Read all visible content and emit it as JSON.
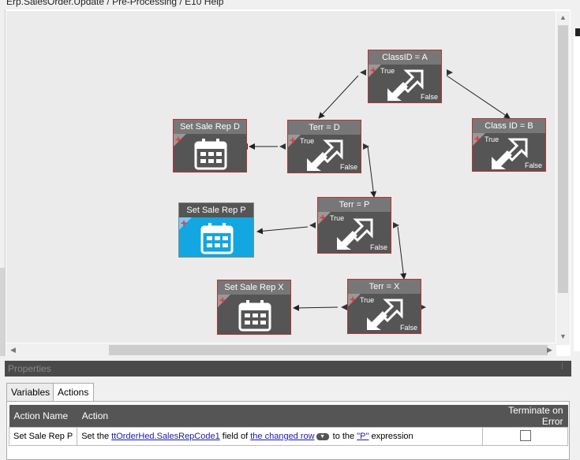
{
  "window": {
    "title": "Erp.SalesOrder.Update / Pre-Processing / E10 Help"
  },
  "workflow": {
    "nodes": [
      {
        "id": "classA",
        "title": "ClassID = A",
        "type": "condition",
        "true_label": "True",
        "false_label": "False"
      },
      {
        "id": "terrD",
        "title": "Terr = D",
        "type": "condition",
        "true_label": "True",
        "false_label": "False"
      },
      {
        "id": "classB",
        "title": "Class ID = B",
        "type": "condition",
        "true_label": "True",
        "false_label": "False"
      },
      {
        "id": "setD",
        "title": "Set Sale Rep D",
        "type": "action"
      },
      {
        "id": "terrP",
        "title": "Terr = P",
        "type": "condition",
        "true_label": "True",
        "false_label": "False"
      },
      {
        "id": "setP",
        "title": "Set Sale Rep P",
        "type": "action",
        "selected": true
      },
      {
        "id": "terrX",
        "title": "Terr = X",
        "type": "condition",
        "true_label": "True",
        "false_label": "False"
      },
      {
        "id": "setX",
        "title": "Set Sale Rep X",
        "type": "action"
      }
    ]
  },
  "properties": {
    "title": "Properties",
    "tabs": [
      {
        "label": "Variables",
        "active": false
      },
      {
        "label": "Actions",
        "active": true
      }
    ],
    "grid": {
      "columns": [
        "Action Name",
        "Action",
        "Terminate on Error"
      ],
      "rows": [
        {
          "name": "Set Sale Rep P",
          "action_prefix": "Set the ",
          "field_link": "ttOrderHed.SalesRepCode1",
          "action_mid": " field of ",
          "row_link": "the changed row",
          "action_mid2": " to the ",
          "expr_link": "\"P\"",
          "action_suffix": " expression",
          "terminate_on_error": false
        }
      ]
    }
  },
  "colors": {
    "node_body": "#555555",
    "node_header": "#777777",
    "selected": "#12a7e0",
    "border": "#bb3333"
  }
}
